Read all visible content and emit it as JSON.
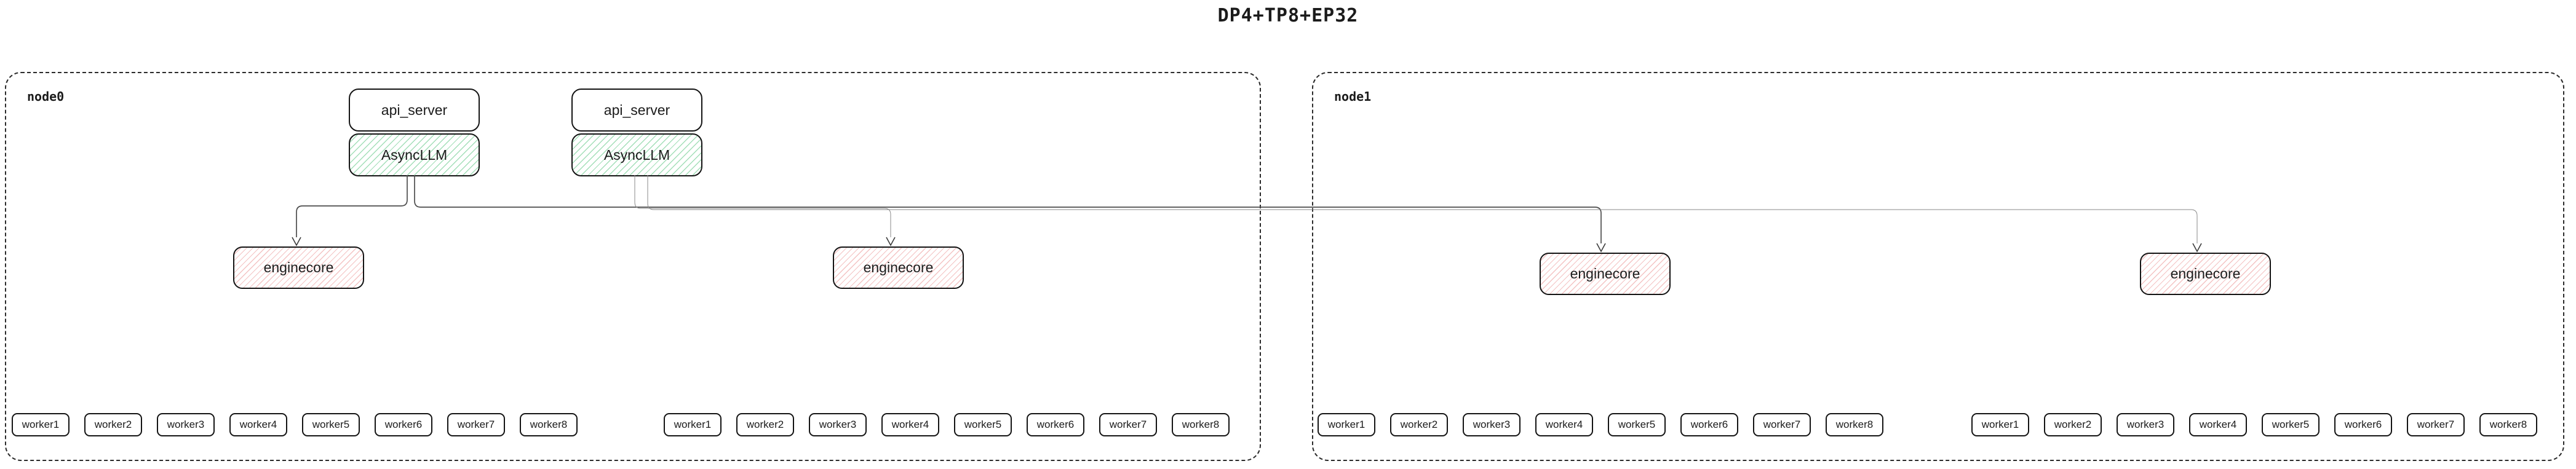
{
  "title": "DP4+TP8+EP32",
  "colors": {
    "background": "#ffffff",
    "box_border": "#141414",
    "node_border_dashed": "#2b2b2b",
    "edge_line": "#4d4d4d",
    "asyncllm_hatch_green": "#57c47d",
    "enginecore_hatch_red": "#e98787"
  },
  "nodes": [
    {
      "label": "node0",
      "api_stacks": [
        {
          "api_server": "api_server",
          "async_llm": "AsyncLLM"
        },
        {
          "api_server": "api_server",
          "async_llm": "AsyncLLM"
        }
      ],
      "enginecores": [
        "enginecore",
        "enginecore"
      ],
      "worker_groups": [
        [
          "worker1",
          "worker2",
          "worker3",
          "worker4",
          "worker5",
          "worker6",
          "worker7",
          "worker8"
        ],
        [
          "worker1",
          "worker2",
          "worker3",
          "worker4",
          "worker5",
          "worker6",
          "worker7",
          "worker8"
        ]
      ]
    },
    {
      "label": "node1",
      "api_stacks": [],
      "enginecores": [
        "enginecore",
        "enginecore"
      ],
      "worker_groups": [
        [
          "worker1",
          "worker2",
          "worker3",
          "worker4",
          "worker5",
          "worker6",
          "worker7",
          "worker8"
        ],
        [
          "worker1",
          "worker2",
          "worker3",
          "worker4",
          "worker5",
          "worker6",
          "worker7",
          "worker8"
        ]
      ]
    }
  ],
  "edges": [
    {
      "from": "AsyncLLM-1",
      "to": "enginecore-1-node0"
    },
    {
      "from": "AsyncLLM-1",
      "to": "enginecore-3-node1"
    },
    {
      "from": "AsyncLLM-2",
      "to": "enginecore-2-node0"
    },
    {
      "from": "AsyncLLM-2",
      "to": "enginecore-4-node1"
    }
  ]
}
